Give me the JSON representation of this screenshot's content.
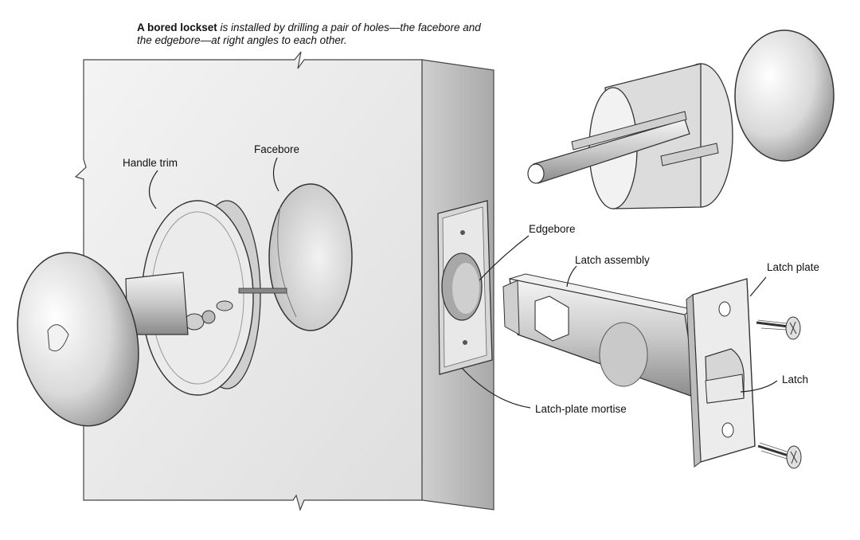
{
  "caption": {
    "lead": "A bored lockset",
    "rest": " is installed by drilling a pair of holes—the facebore and the edgebore—at right angles to each other."
  },
  "labels": {
    "handle_trim": "Handle trim",
    "facebore": "Facebore",
    "edgebore": "Edgebore",
    "latch_assembly": "Latch assembly",
    "latch_plate": "Latch plate",
    "latch": "Latch",
    "latch_plate_mortise": "Latch-plate mortise"
  }
}
